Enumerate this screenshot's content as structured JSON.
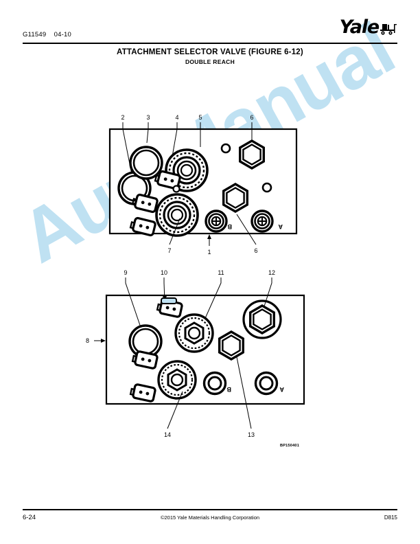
{
  "header": {
    "doc_code": "G11549    04-10",
    "logo_text": "Yale",
    "logo_mark": "forklift-icon"
  },
  "title": {
    "main": "ATTACHMENT SELECTOR VALVE (FIGURE 6-12)",
    "sub": "DOUBLE REACH"
  },
  "watermark": {
    "text": "AutoManual",
    "color": "#bfe1f2"
  },
  "figures": [
    {
      "id": "top-view",
      "callouts_top": [
        "2",
        "3",
        "4",
        "5",
        "6"
      ],
      "callouts_bottom": [
        "7",
        "1",
        "6"
      ],
      "port_labels": [
        "B",
        "A"
      ]
    },
    {
      "id": "bottom-view",
      "callouts_top": [
        "9",
        "10",
        "11",
        "12"
      ],
      "callouts_left": [
        "8"
      ],
      "callouts_bottom": [
        "14",
        "13"
      ],
      "port_labels": [
        "B",
        "A"
      ]
    }
  ],
  "drawing_number": "BP150401",
  "footer": {
    "page_number": "6-24",
    "copyright": "©2015 Yale Materials Handling Corporation",
    "doc_rev": "D815"
  }
}
